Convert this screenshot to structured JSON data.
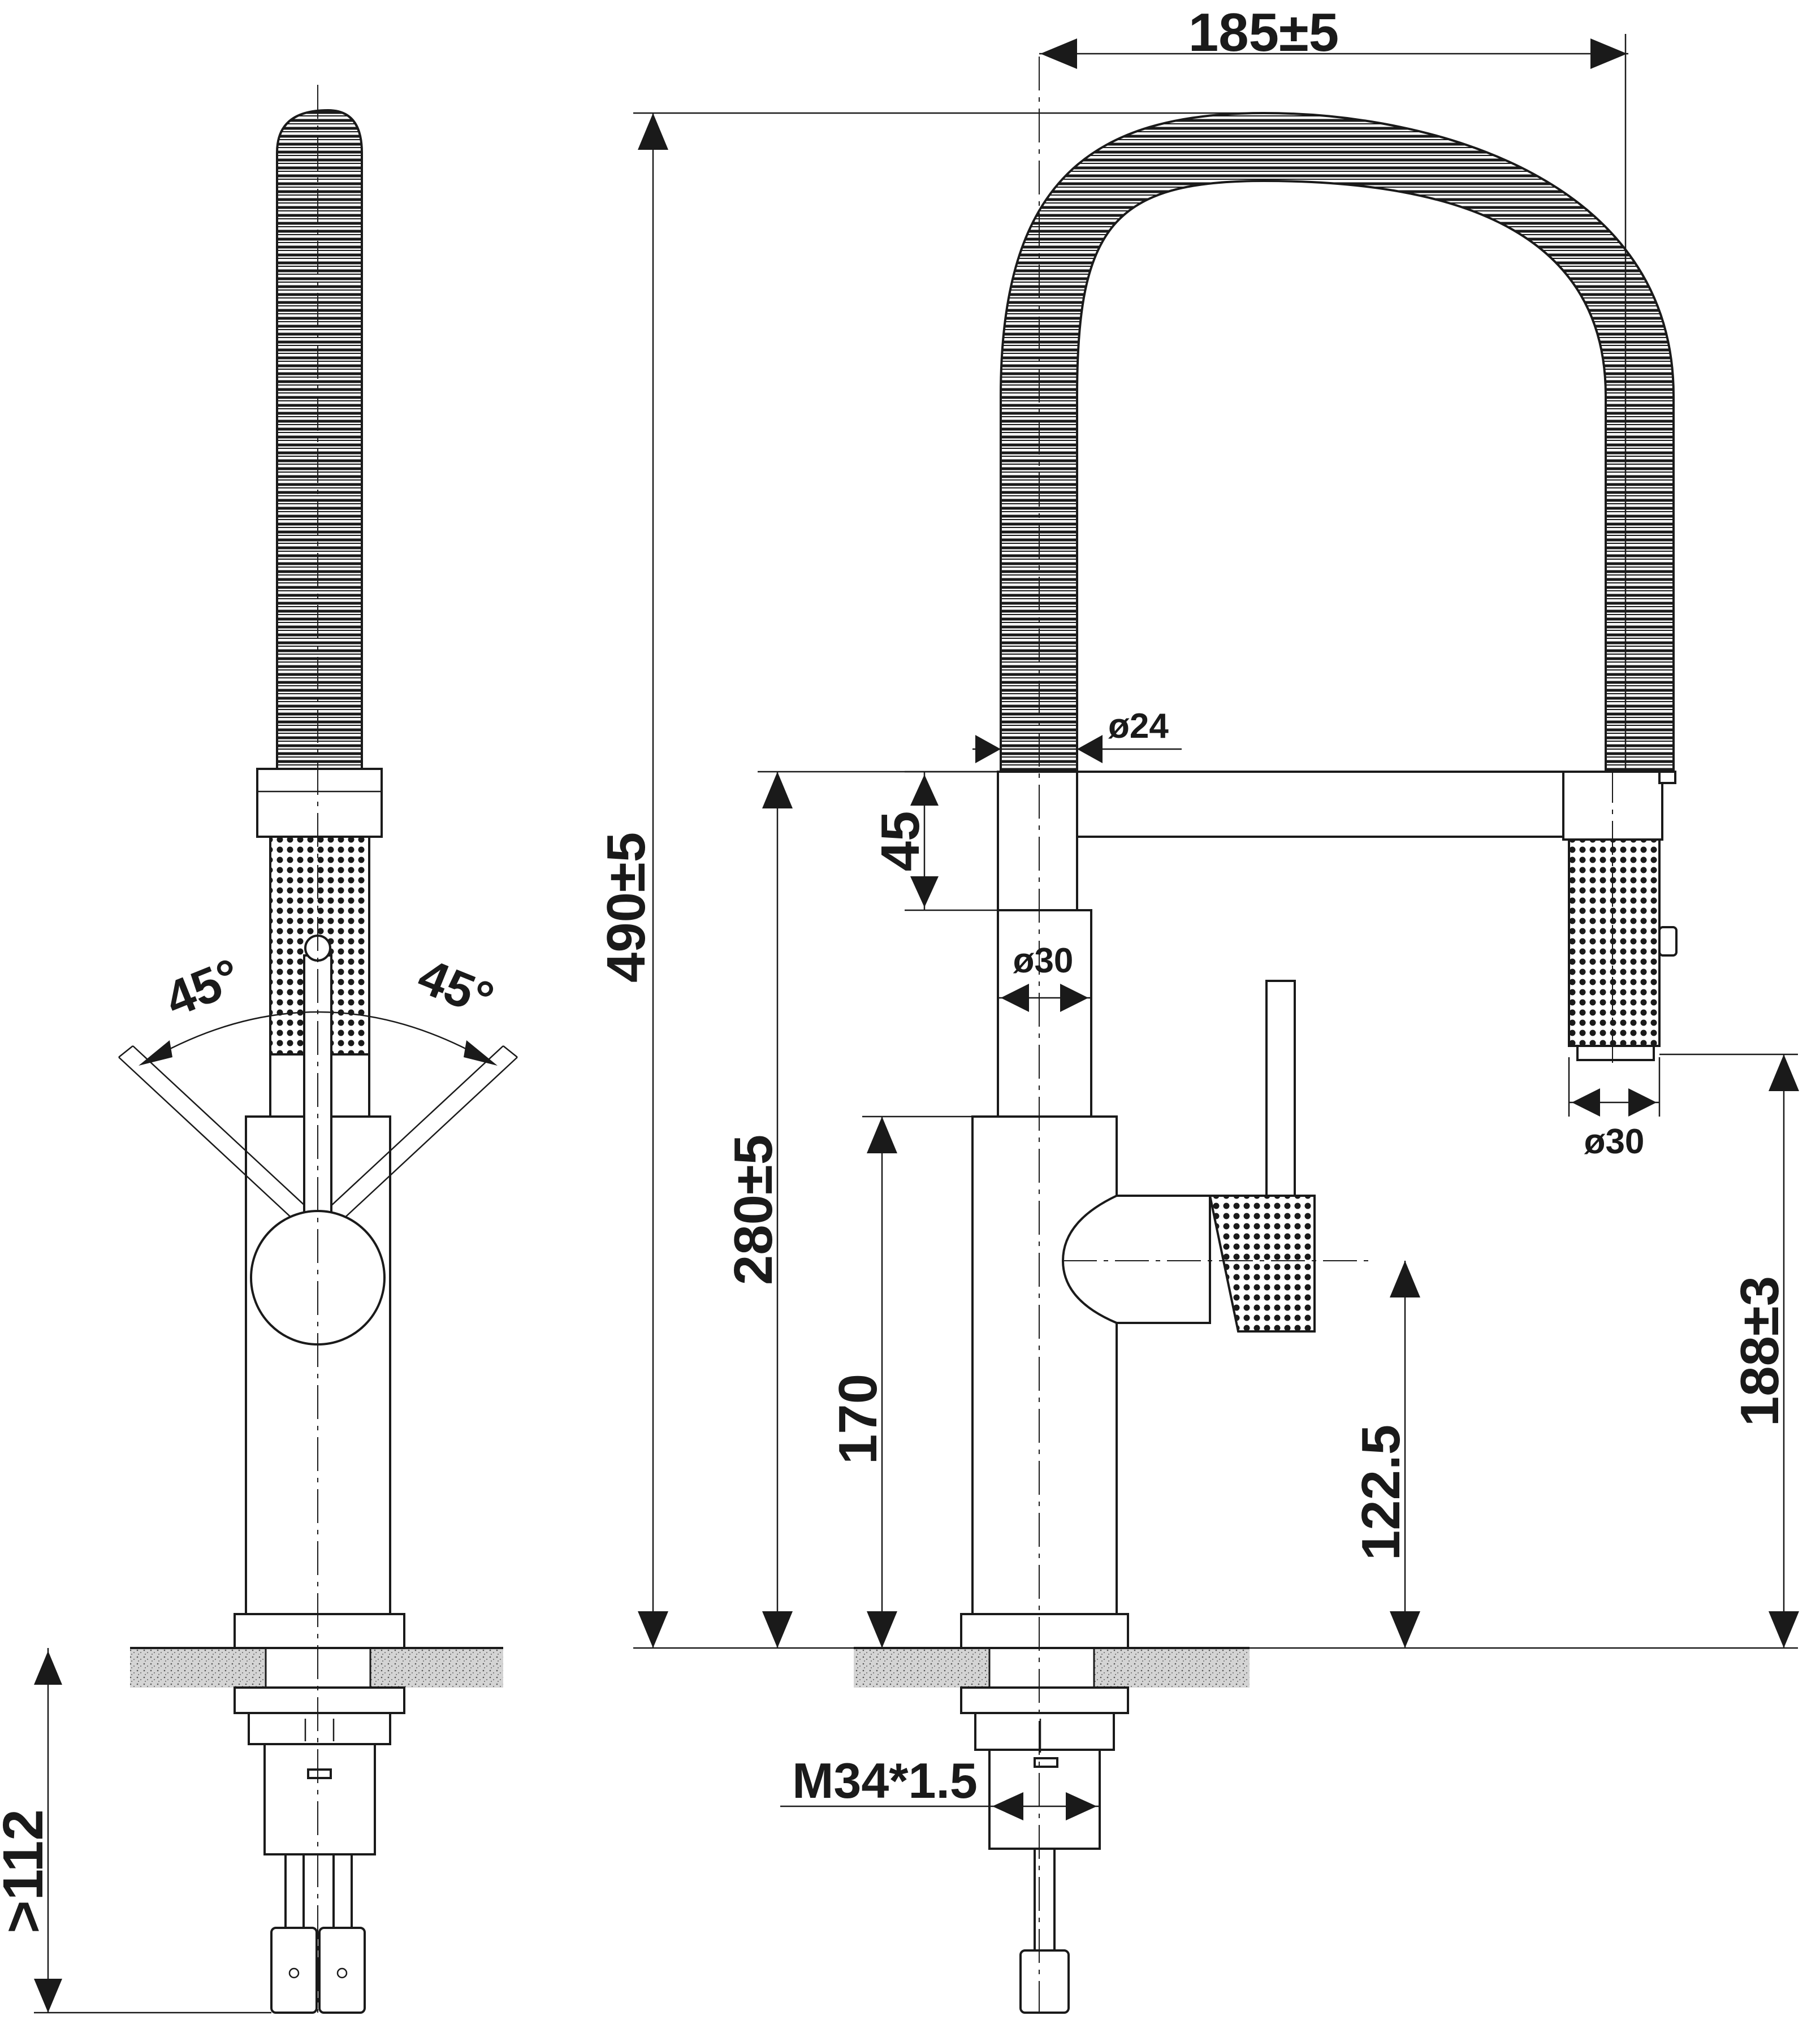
{
  "dimensions": {
    "spout_reach": "185±5",
    "total_height": "490±5",
    "hose_diameter": "ø24",
    "connector_height": "45",
    "body_diameter": "ø30",
    "body_height": "280±5",
    "lower_body_height": "170",
    "lever_height": "122.5",
    "spray_head_diameter": "ø30",
    "spray_height": "188±3",
    "thread": "M34*1.5",
    "shank_length": ">112",
    "lever_angle_left": "45°",
    "lever_angle_right": "45°"
  },
  "colors": {
    "ink": "#1a1a1a",
    "counter": "#cfcfcf"
  }
}
